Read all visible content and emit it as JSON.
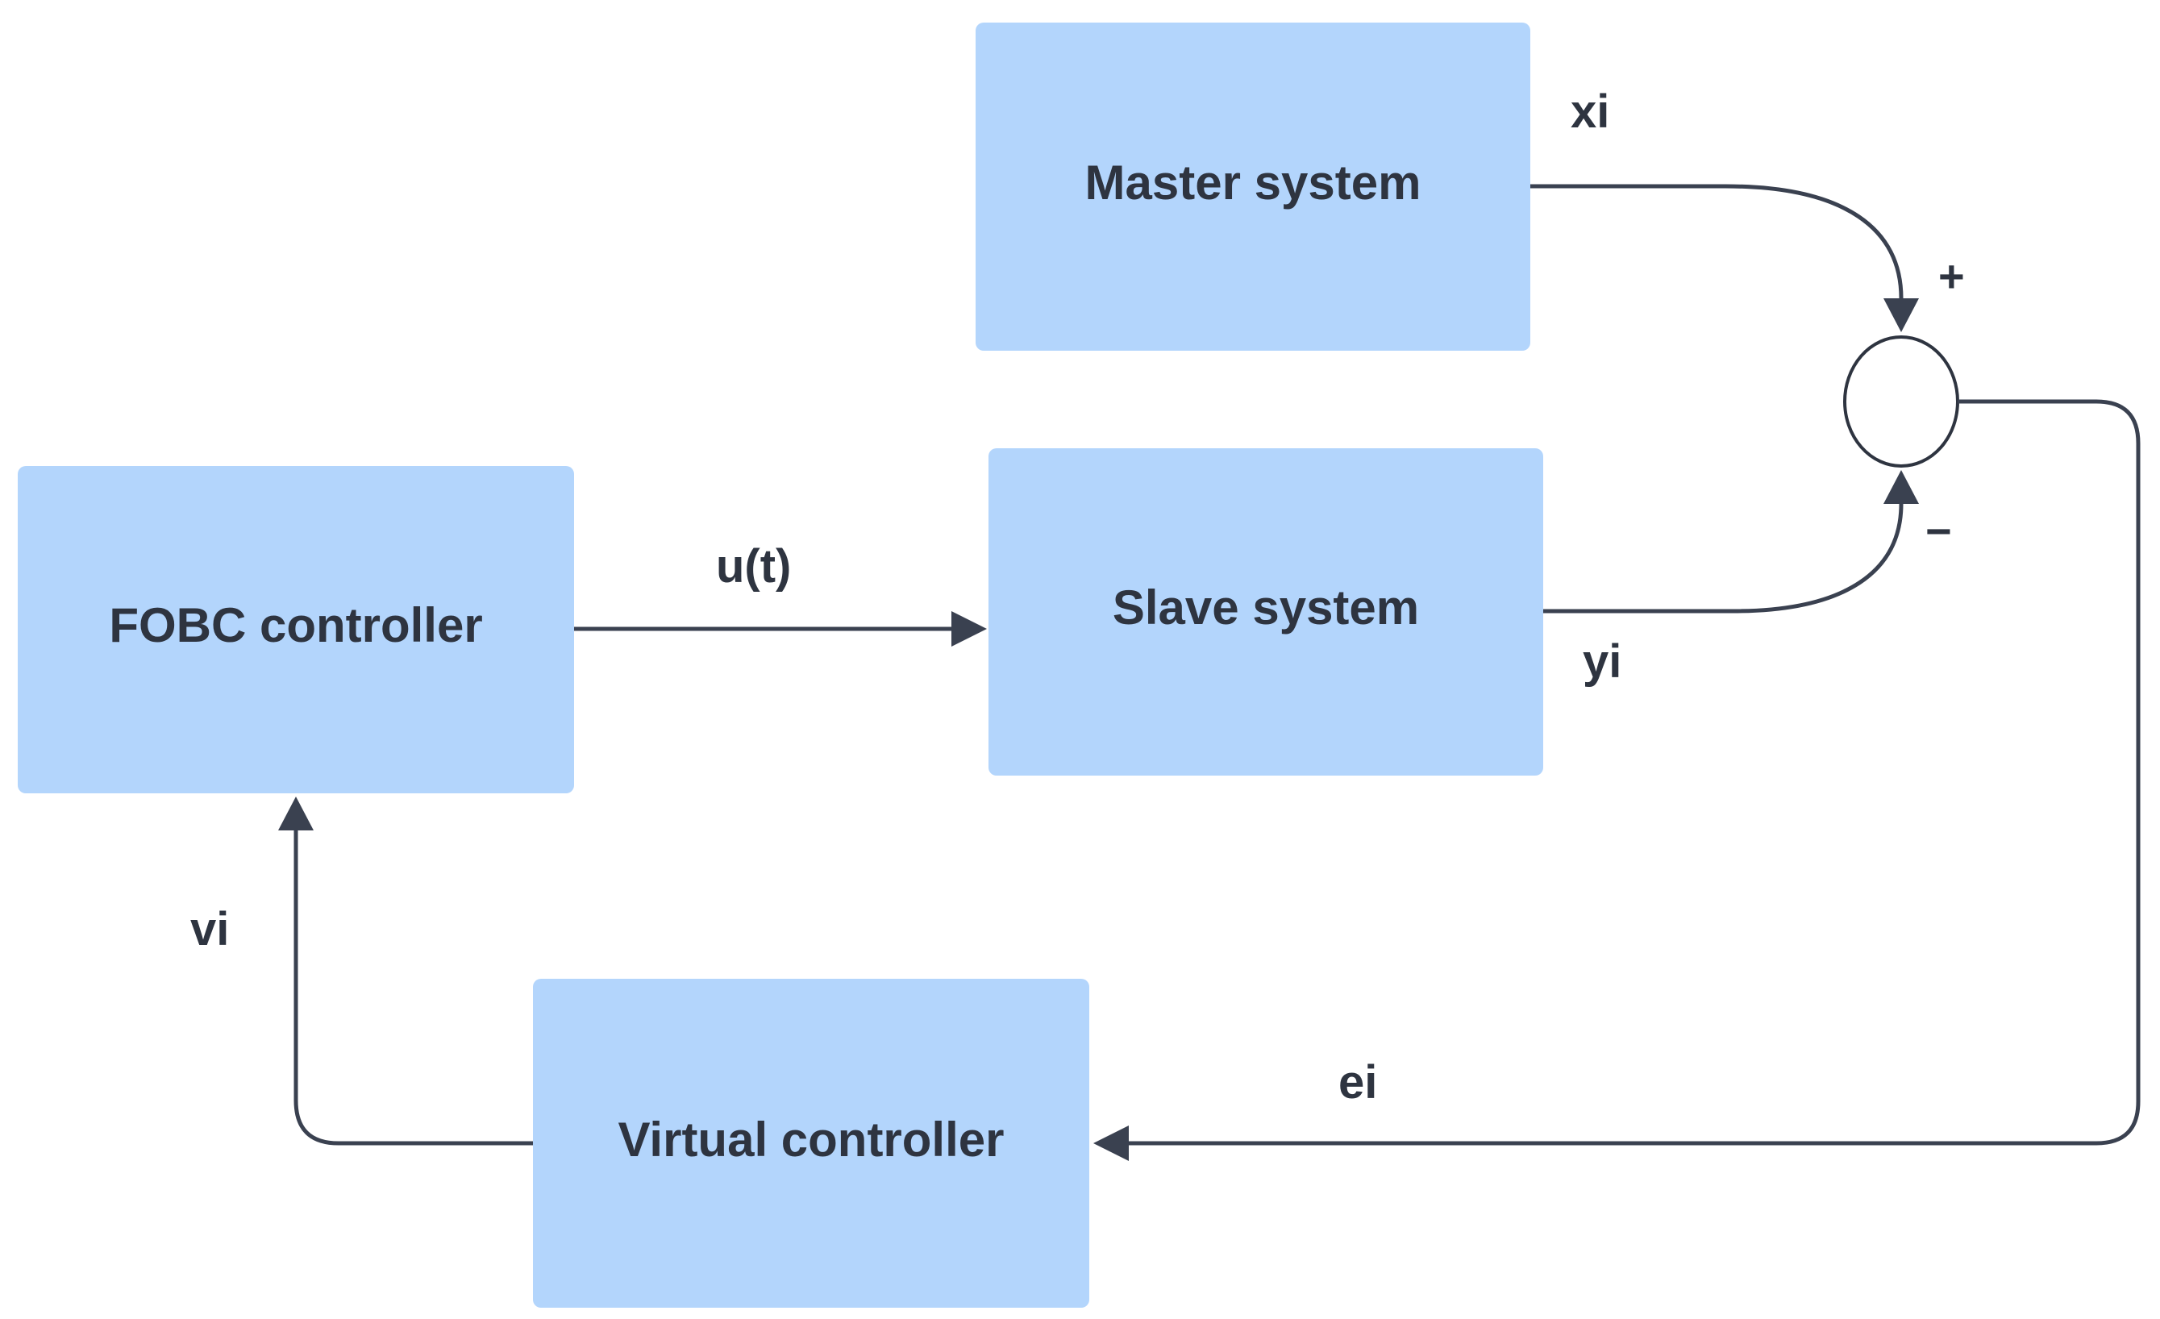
{
  "blocks": {
    "master": "Master system",
    "slave": "Slave system",
    "fobc": "FOBC controller",
    "virtual": "Virtual controller"
  },
  "signals": {
    "x": "xi",
    "y": "yi",
    "u": "u(t)",
    "v": "vi",
    "e": "ei"
  },
  "summing_junction": {
    "plus": "+",
    "minus": "−"
  },
  "colors": {
    "block_fill": "#b3d5fc",
    "line": "#3a4150",
    "text": "#2e3440"
  }
}
